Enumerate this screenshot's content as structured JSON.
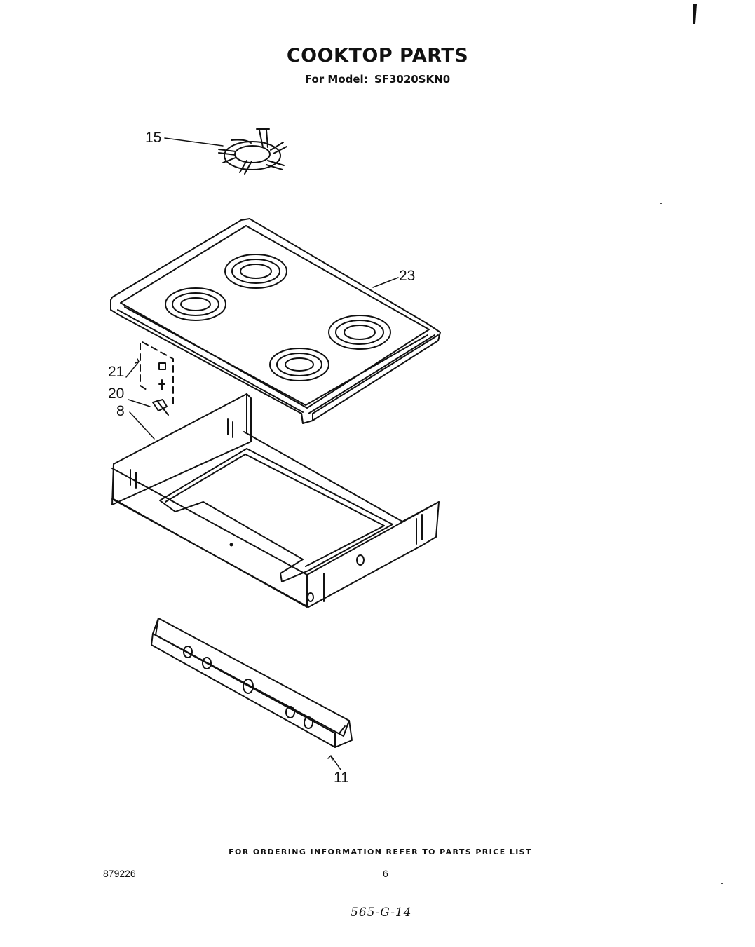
{
  "header": {
    "title": "COOKTOP PARTS",
    "model_label": "For Model:",
    "model_number": "SF3020SKN0"
  },
  "callouts": {
    "grate": "15",
    "cooktop": "23",
    "part_21": "21",
    "part_20": "20",
    "part_8": "8",
    "control_panel": "11"
  },
  "footer": {
    "ordering_note": "FOR ORDERING INFORMATION REFER TO PARTS PRICE LIST",
    "document_number": "879226",
    "page_number": "6",
    "handwritten_code": "565-G-14"
  }
}
